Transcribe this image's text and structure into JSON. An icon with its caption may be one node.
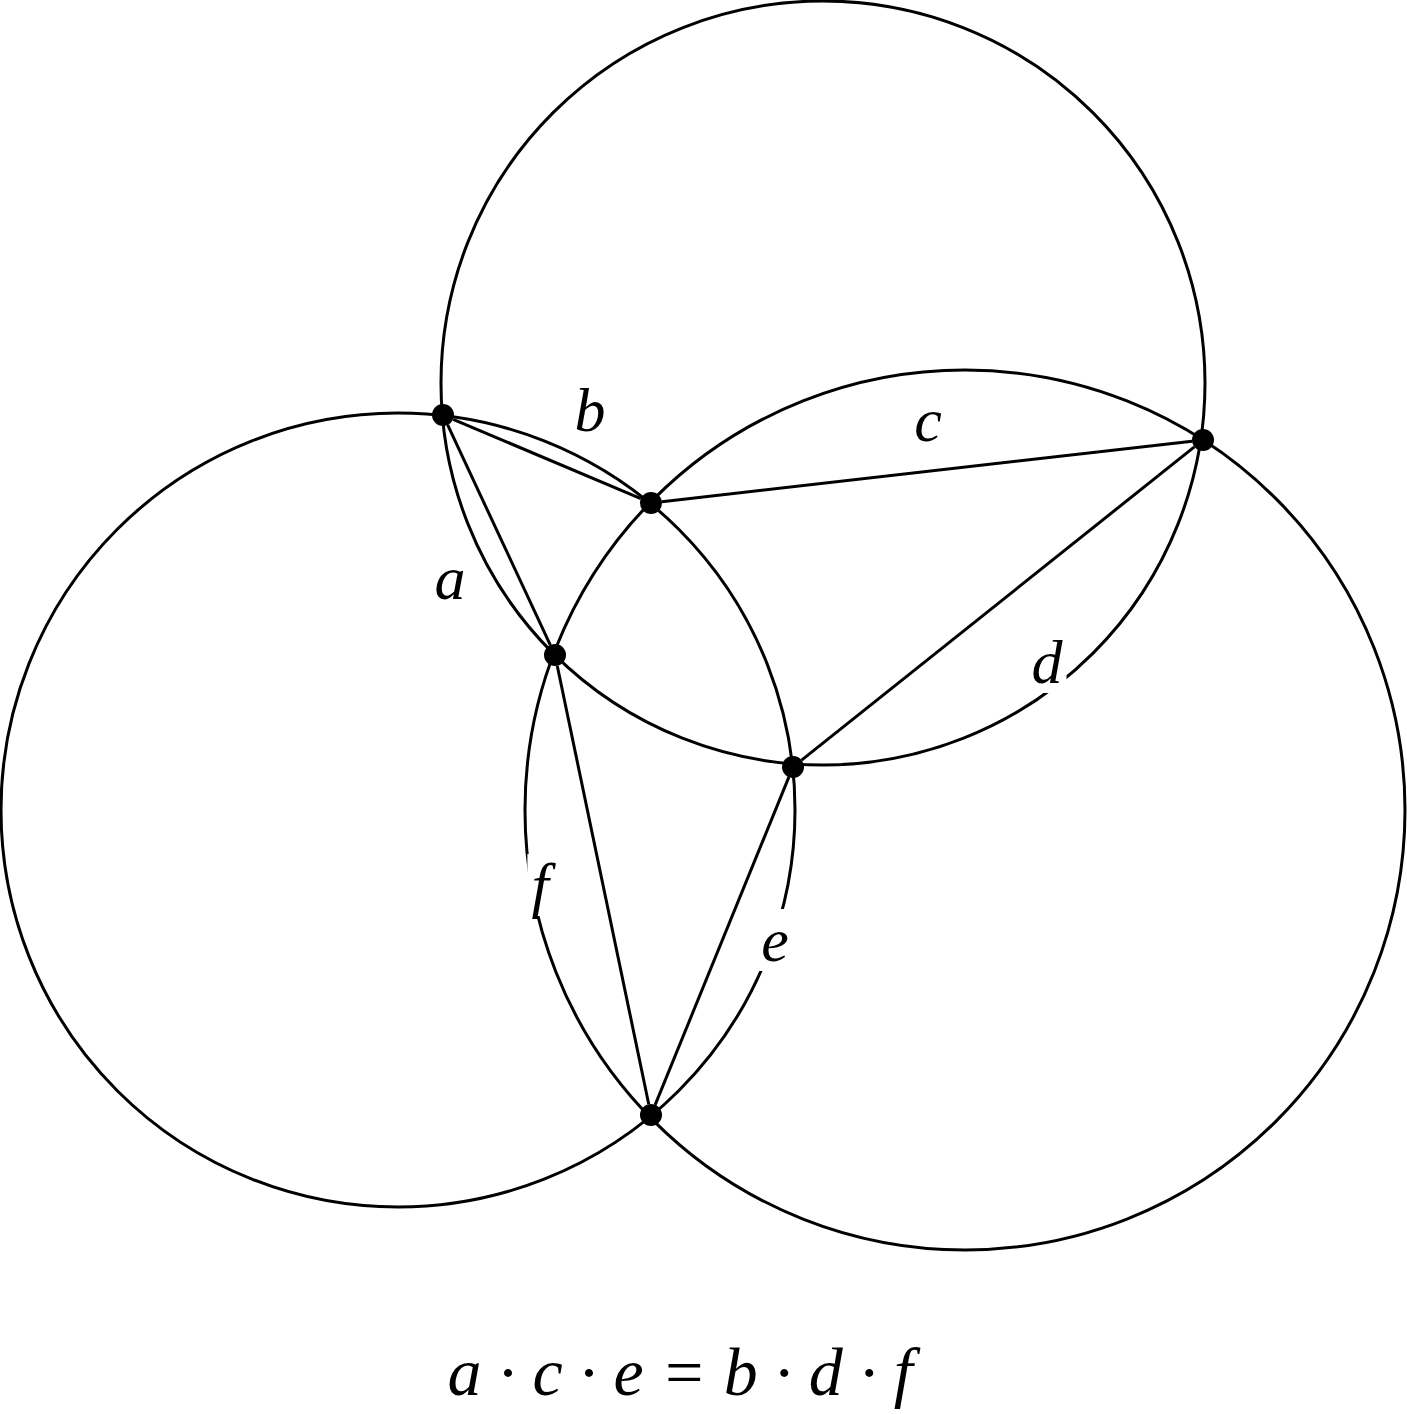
{
  "diagram": {
    "nodes": [
      {
        "text": [],
        "shape": "circle"
      },
      {
        "text": [],
        "shape": "circle"
      },
      {
        "text": [],
        "shape": "circle"
      },
      {
        "text": [],
        "shape": "circle"
      },
      {
        "text": [],
        "shape": "circle"
      },
      {
        "text": [],
        "shape": "circle"
      }
    ],
    "edges": [
      {
        "from": 0,
        "to": 2,
        "arrow": "none",
        "label": "a"
      },
      {
        "from": 0,
        "to": 1,
        "arrow": "none",
        "label": "b"
      },
      {
        "from": 1,
        "to": 4,
        "arrow": "none",
        "label": "c"
      },
      {
        "from": 4,
        "to": 3,
        "arrow": "none",
        "label": "d"
      },
      {
        "from": 3,
        "to": 5,
        "arrow": "none",
        "label": "e"
      },
      {
        "from": 5,
        "to": 2,
        "arrow": "none",
        "label": "f"
      }
    ],
    "labels": [
      "a · c · e = b · d · f"
    ]
  }
}
